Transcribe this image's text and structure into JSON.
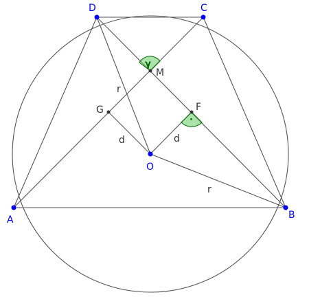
{
  "points": {
    "A": "A",
    "B": "B",
    "C": "C",
    "D": "D",
    "O": "O",
    "M": "M",
    "G": "G",
    "F": "F"
  },
  "segment_labels": {
    "r_upper": "r",
    "r_lower": "r",
    "d_left": "d",
    "d_right": "d"
  },
  "angle_labels": {
    "gamma": "γ",
    "right_angle_dot": "·"
  },
  "colors": {
    "vertex_point": "#0000ff",
    "helper_point": "#333333",
    "lines": "#555555",
    "angle_fill": "#66cc66",
    "angle_stroke": "#006600"
  }
}
